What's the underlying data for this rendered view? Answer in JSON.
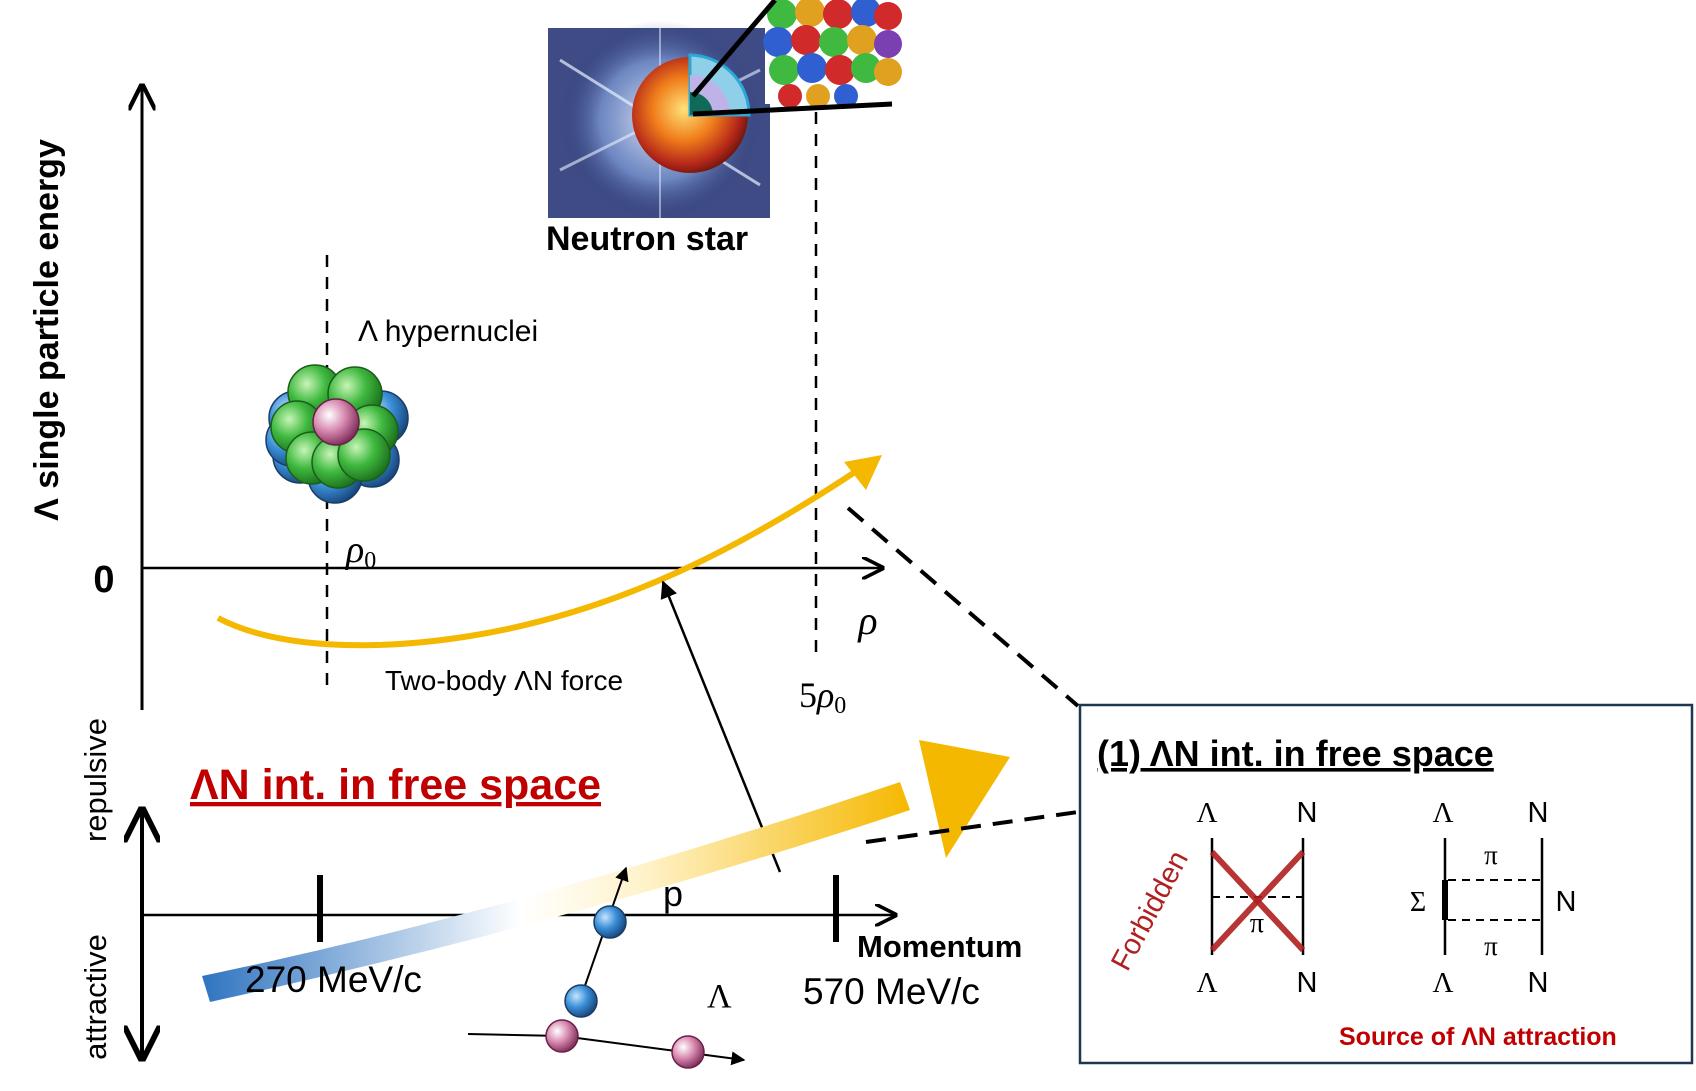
{
  "upper_plot": {
    "y_axis_label": "Λ single particle energy",
    "zero_label": "0",
    "x_axis_symbol": "ρ",
    "rho0_label": "ρ",
    "rho0_sub": "0",
    "five_rho0_prefix": "5",
    "five_rho0_symbol": "ρ",
    "five_rho0_sub": "0",
    "hypernuclei_label": "Λ hypernuclei",
    "neutron_star_label": "Neutron star",
    "curve_label": "Two-body ΛN force"
  },
  "lower_plot": {
    "title": "ΛN int. in free space",
    "repulsive_label": "repulsive",
    "attractive_label": "attractive",
    "axis_label": "Momentum",
    "tick1_label": "270 MeV/c",
    "tick2_label": "570 MeV/c",
    "p_label": "p",
    "lambda_label": "Λ"
  },
  "inset": {
    "title": "(1) ΛN int. in free space",
    "diagram1": {
      "top_left": "Λ",
      "top_right": "N",
      "bottom_left": "Λ",
      "bottom_right": "N",
      "exchange": "π",
      "forbidden_label": "Forbidden"
    },
    "diagram2": {
      "top_left": "Λ",
      "top_right": "N",
      "bottom_left": "Λ",
      "bottom_right": "N",
      "pi_top": "π",
      "pi_bottom": "π",
      "sigma": "Σ",
      "mid_right": "N"
    },
    "caption": "Source of ΛN attraction"
  },
  "colors": {
    "curve": "#f5b800",
    "title_red": "#c00000",
    "forbidden_red": "#b02020",
    "inset_border": "#1f3550",
    "nucleon_green": "#3fb93f",
    "nucleon_blue": "#3a8fd8",
    "lambda_pink": "#d889b0"
  }
}
